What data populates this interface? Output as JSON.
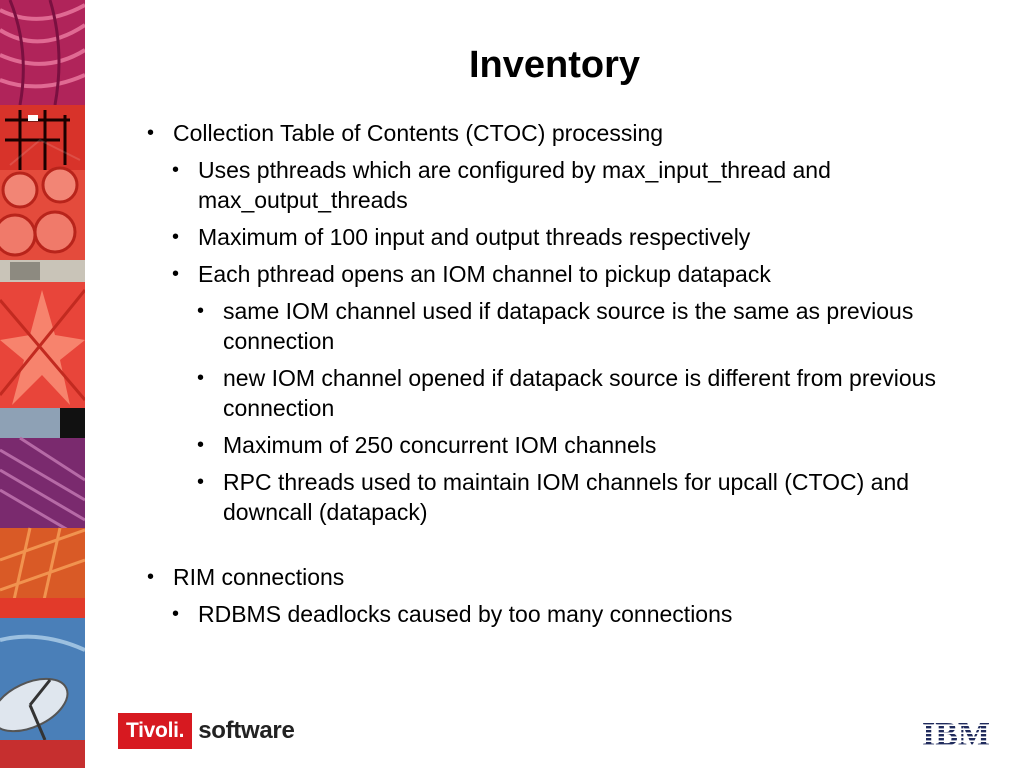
{
  "slide": {
    "title": "Inventory",
    "bullets": [
      {
        "level": 1,
        "text": "Collection Table of Contents (CTOC) processing"
      },
      {
        "level": 2,
        "text": "Uses pthreads which are configured by max_input_thread and max_output_threads"
      },
      {
        "level": 2,
        "text": "Maximum of 100 input and output threads respectively"
      },
      {
        "level": 2,
        "text": "Each pthread opens an IOM channel to pickup datapack"
      },
      {
        "level": 3,
        "text": "same IOM channel used if datapack source is the same as previous connection"
      },
      {
        "level": 3,
        "text": "new IOM channel opened if datapack source is different from previous connection"
      },
      {
        "level": 3,
        "text": "Maximum of 250 concurrent IOM channels"
      },
      {
        "level": 3,
        "text": "RPC threads used to maintain IOM channels for upcall (CTOC) and downcall (datapack)"
      },
      {
        "level": 1,
        "text": "RIM connections"
      },
      {
        "level": 2,
        "text": "RDBMS deadlocks caused by too many connections"
      }
    ]
  },
  "footer": {
    "brand_red": "Tivoli.",
    "brand_suffix": "software",
    "ibm_logo": "IBM",
    "brand_color": "#d71920",
    "ibm_color": "#1f2a5c"
  },
  "decor": {
    "strip_icons": [
      "pink-fabric-image",
      "circuit-board-image",
      "red-clocks-image",
      "red-star-image",
      "purple-lines-image",
      "orange-field-image",
      "satellite-dish-image"
    ]
  }
}
